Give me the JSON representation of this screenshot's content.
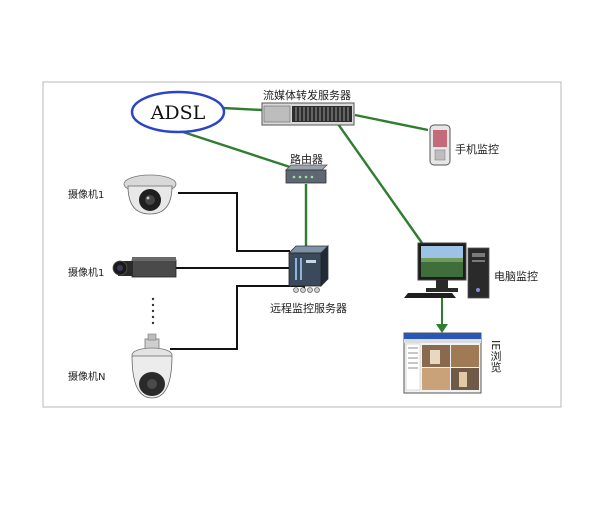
{
  "diagram": {
    "adsl": "ADSL",
    "streaming_server": "流媒体转发服务器",
    "router": "路由器",
    "mobile_monitor": "手机监控",
    "pc_monitor": "电脑监控",
    "ie_browse": "IE浏览",
    "remote_server": "远程监控服务器",
    "camera_1a": "摄像机1",
    "camera_1b": "摄像机1",
    "camera_n": "摄像机N",
    "colors": {
      "green_link": "#2f7d2f",
      "black_link": "#111111",
      "ellipse_stroke": "#2b45c8"
    }
  }
}
